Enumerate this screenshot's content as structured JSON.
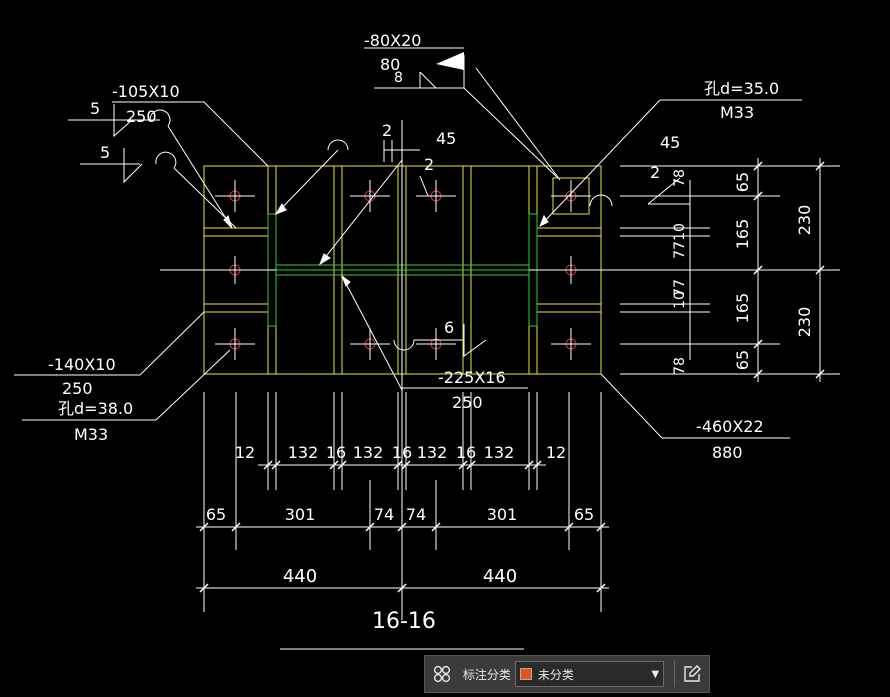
{
  "drawing": {
    "section_title": "16-16",
    "labels": {
      "plate_top": "-80X20",
      "plate_top_w": "80",
      "plate_top_w2": "8",
      "plate_left_top": "-105X10",
      "plate_left_top_len": "250",
      "weld5a": "5",
      "weld5b": "5",
      "hole_right": "孔d=35.0",
      "bolt_right": "M33",
      "gap2a": "2",
      "ang45a": "45",
      "gap2b": "2",
      "ang45b": "45",
      "gap2c": "2",
      "plate_left_bot": "-140X10",
      "plate_left_bot_len": "250",
      "hole_left": "孔d=38.0",
      "bolt_left": "M33",
      "weld6": "6",
      "plate_mid": "-225X16",
      "plate_mid_len": "250",
      "plate_base": "-460X22",
      "plate_base_len": "880"
    },
    "dims_row1": [
      "12",
      "132",
      "16",
      "132",
      "16",
      "132",
      "16",
      "132",
      "12"
    ],
    "dims_row2": [
      "65",
      "301",
      "74",
      "74",
      "301",
      "65"
    ],
    "dims_row3": [
      "440",
      "440"
    ],
    "dims_right_inner": [
      "65",
      "165",
      "165",
      "65"
    ],
    "dims_right_outer": [
      "230",
      "230"
    ],
    "dims_right_small": [
      "78",
      "77",
      "10",
      "10",
      "77",
      "78"
    ]
  },
  "toolbar": {
    "label": "标注分类",
    "selected": "未分类",
    "swatch_color": "#e8531c"
  }
}
